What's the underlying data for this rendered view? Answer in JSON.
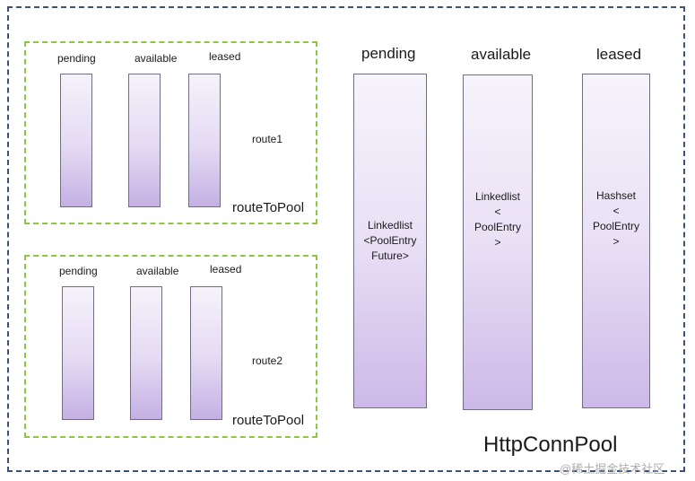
{
  "route1": {
    "labels": [
      "pending",
      "available",
      "leased"
    ],
    "name": "route1",
    "pool_label": "routeToPool"
  },
  "route2": {
    "labels": [
      "pending",
      "available",
      "leased"
    ],
    "name": "route2",
    "pool_label": "routeToPool"
  },
  "pool": {
    "columns": [
      {
        "label": "pending",
        "lines": [
          "Linkedlist",
          "<PoolEntry",
          "Future>"
        ]
      },
      {
        "label": "available",
        "lines": [
          "Linkedlist",
          "<",
          "PoolEntry",
          ">"
        ]
      },
      {
        "label": "leased",
        "lines": [
          "Hashset",
          "<",
          "PoolEntry",
          ">"
        ]
      }
    ],
    "title": "HttpConnPool"
  },
  "watermark": "@稀土掘金技术社区",
  "colors": {
    "outer_border": "#3b5378",
    "route_border": "#8cc63f",
    "bar_fill_top": "#f6f2fb",
    "bar_fill_bottom": "#c5b0e4"
  }
}
